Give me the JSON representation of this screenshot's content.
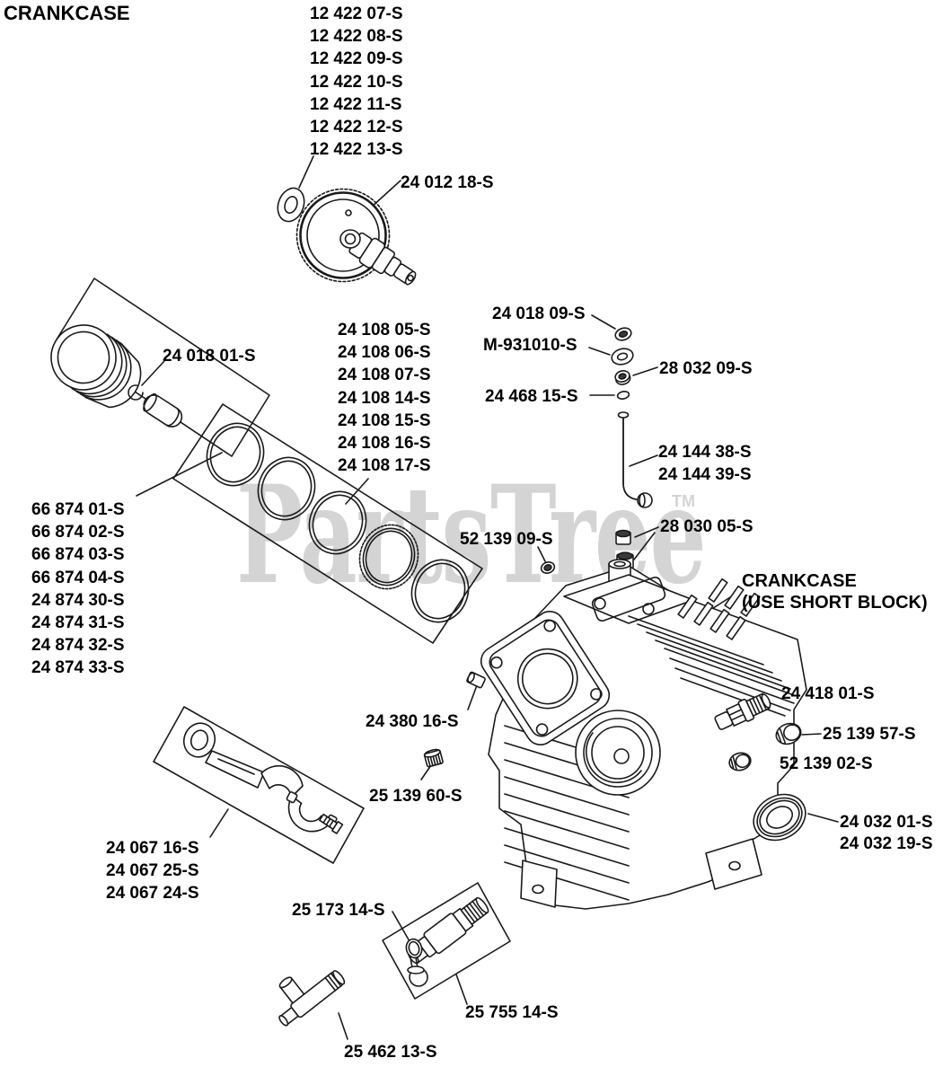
{
  "title": "CRANKCASE",
  "watermark": {
    "text": "PartsTree",
    "tm": "TM"
  },
  "colors": {
    "line": "#1a1a1a",
    "text": "#000000",
    "watermark": "#d4d4d4"
  },
  "labels": {
    "camshaft_kits": [
      "12 422 07-S",
      "12 422 08-S",
      "12 422 09-S",
      "12 422 10-S",
      "12 422 11-S",
      "12 422 12-S",
      "12 422 13-S"
    ],
    "camshaft": "24 012 18-S",
    "pin_retainer": "24 018 01-S",
    "ring_sets": [
      "24 108 05-S",
      "24 108 06-S",
      "24 108 07-S",
      "24 108 14-S",
      "24 108 15-S",
      "24 108 16-S",
      "24 108 17-S"
    ],
    "pistons": [
      "66 874 01-S",
      "66 874 02-S",
      "66 874 03-S",
      "66 874 04-S",
      "24 874 30-S",
      "24 874 31-S",
      "24 874 32-S",
      "24 874 33-S"
    ],
    "nut": "24 018 09-S",
    "washer": "M-931010-S",
    "grommet": "28 032 09-S",
    "o_ring": "24 468 15-S",
    "oil_fill_tubes": [
      "24 144 38-S",
      "24 144 39-S"
    ],
    "breather": "28 030 05-S",
    "plug_52139_09": "52 139 09-S",
    "crankcase_note": [
      "CRANKCASE",
      "(USE SHORT BLOCK)"
    ],
    "dowel_pin": "24 380 16-S",
    "plug_25139_60": "25 139 60-S",
    "fitting": "24 418 01-S",
    "plug_25139_57": "25 139 57-S",
    "plug_52139_02": "52 139 02-S",
    "oil_seals": [
      "24 032 01-S",
      "24 032 19-S"
    ],
    "connecting_rods": [
      "24 067 16-S",
      "24 067 25-S",
      "24 067 24-S"
    ],
    "retainer_clip": "25 173 14-S",
    "drain_valve": "25 755 14-S",
    "fitting_tee": "25 462 13-S"
  }
}
